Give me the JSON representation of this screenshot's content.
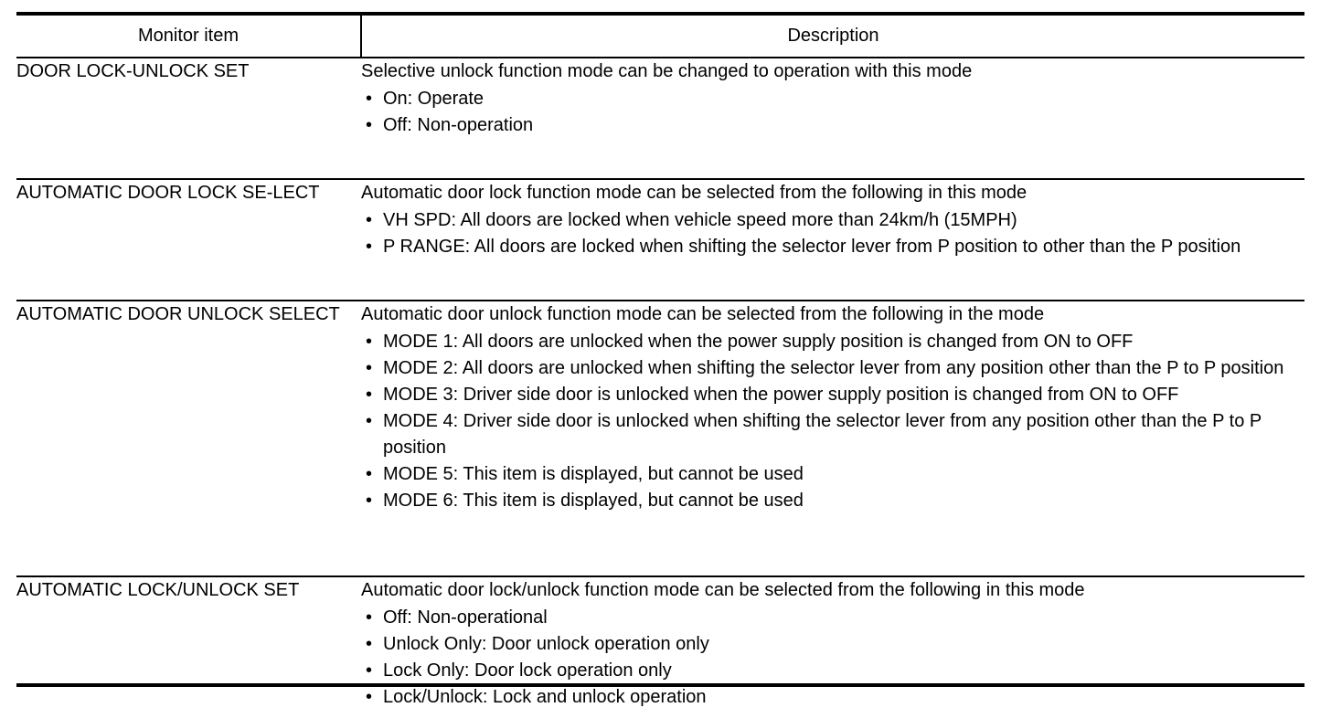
{
  "table": {
    "columns": [
      {
        "key": "monitor_item",
        "header": "Monitor item"
      },
      {
        "key": "description",
        "header": "Description"
      }
    ],
    "rows": [
      {
        "monitor_item": "DOOR LOCK-UNLOCK SET",
        "intro": "Selective unlock function mode can be changed to operation with this mode",
        "bullets": [
          "On: Operate",
          "Off: Non-operation"
        ]
      },
      {
        "monitor_item": "AUTOMATIC DOOR LOCK SE-LECT",
        "intro": "Automatic door lock function mode can be selected from the following in this mode",
        "bullets": [
          "VH SPD: All doors are locked when vehicle speed more than 24km/h (15MPH)",
          "P RANGE: All doors are locked when shifting the selector lever from P position to other than the P position"
        ]
      },
      {
        "monitor_item": "AUTOMATIC DOOR UNLOCK SELECT",
        "intro": "Automatic door unlock function mode can be selected from the following in the mode",
        "bullets": [
          "MODE 1: All doors are unlocked when the power supply position is changed from ON to OFF",
          "MODE 2: All doors are unlocked when shifting the selector lever from any position other than the P to P position",
          "MODE 3: Driver side door is unlocked when the power supply position is changed from ON to OFF",
          "MODE 4: Driver side door is unlocked when shifting the selector lever from any position other than the P to P position",
          "MODE 5: This item is displayed, but cannot be used",
          "MODE 6: This item is displayed, but cannot be used"
        ]
      },
      {
        "monitor_item": "AUTOMATIC LOCK/UNLOCK SET",
        "intro": "Automatic door lock/unlock function mode can be selected from the following in this mode",
        "bullets": [
          "Off: Non-operational",
          "Unlock Only: Door unlock operation only",
          "Lock Only: Door lock operation only",
          "Lock/Unlock: Lock and unlock operation"
        ]
      }
    ],
    "bullet_glyph": "•"
  },
  "style": {
    "text_color": "#000000",
    "background": "#ffffff",
    "rule_color": "#000000"
  }
}
